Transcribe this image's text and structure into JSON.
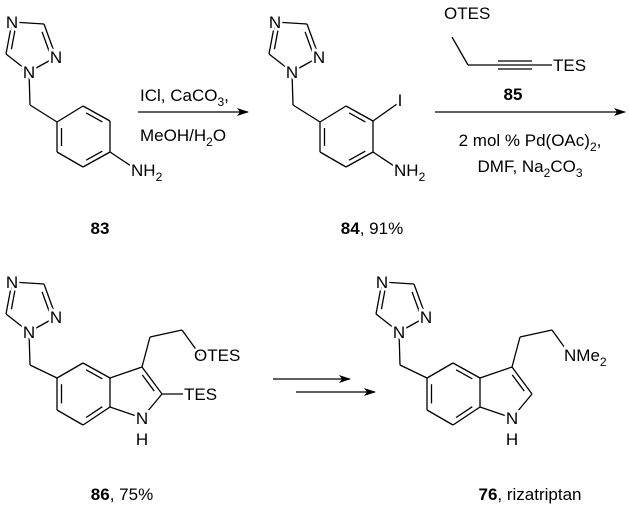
{
  "scheme": {
    "step1": {
      "reagents_top": "ICl, CaCO",
      "reagents_top_sub": "3",
      "reagents_top_end": ",",
      "reagents_bottom": "MeOH/H",
      "reagents_bottom_sub": "2",
      "reagents_bottom_end": "O"
    },
    "step2": {
      "reagent_number": "85",
      "line1": "2 mol % Pd(OAc)",
      "line1_sub": "2",
      "line1_end": ",",
      "line2": "DMF, Na",
      "line2_sub": "2",
      "line2_mid": "CO",
      "line2_sub2": "3"
    },
    "compounds": [
      {
        "number": "83",
        "suffix": "",
        "atoms": [
          "N",
          "N",
          "N",
          "NH",
          "2"
        ]
      },
      {
        "number": "84",
        "suffix": ", 91%",
        "atoms": [
          "N",
          "N",
          "N",
          "NH",
          "2",
          "I"
        ]
      },
      {
        "number": "85",
        "atoms": [
          "OTES",
          "TES"
        ]
      },
      {
        "number": "86",
        "suffix": ", 75%",
        "atoms": [
          "N",
          "N",
          "N",
          "N",
          "H",
          "OTES",
          "TES"
        ]
      },
      {
        "number": "76",
        "suffix": ", rizatriptan",
        "atoms": [
          "N",
          "N",
          "N",
          "N",
          "H",
          "NMe",
          "2"
        ]
      }
    ]
  }
}
